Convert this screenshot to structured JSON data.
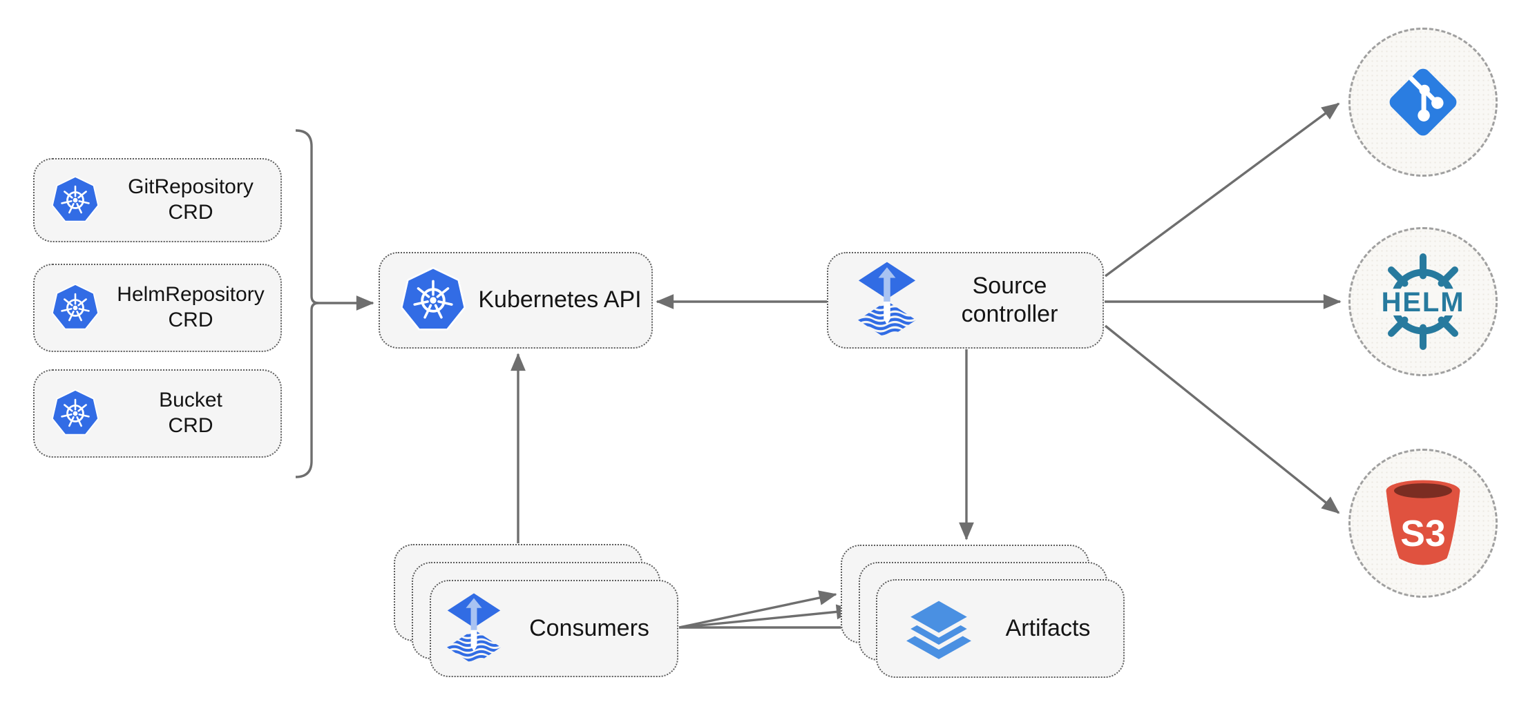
{
  "diagram": {
    "crd_boxes": [
      {
        "label": "GitRepository\nCRD"
      },
      {
        "label": "HelmRepository\nCRD"
      },
      {
        "label": "Bucket\nCRD"
      }
    ],
    "kubernetes_api": {
      "label": "Kubernetes API"
    },
    "source_controller": {
      "label": "Source\ncontroller"
    },
    "consumers": {
      "label": "Consumers"
    },
    "artifacts": {
      "label": "Artifacts"
    },
    "externals": {
      "helm_label": "HELM",
      "s3_label": "S3"
    },
    "colors": {
      "k8s_blue": "#326ce5",
      "flux_blue": "#316ce4",
      "flux_arrow_light": "#a9c3f2",
      "git_blue": "#2a7de1",
      "helm_teal": "#277a9e",
      "s3_red": "#e0523f",
      "s3_dark": "#7b2d22",
      "layers_blue": "#4a90e2",
      "arrow_gray": "#6e6e6e",
      "box_fill": "#f5f5f5",
      "box_border": "#5c5c5c",
      "circle_fill": "#f9f8f5",
      "circle_border": "#a0a0a0",
      "text_color": "#141414"
    }
  }
}
